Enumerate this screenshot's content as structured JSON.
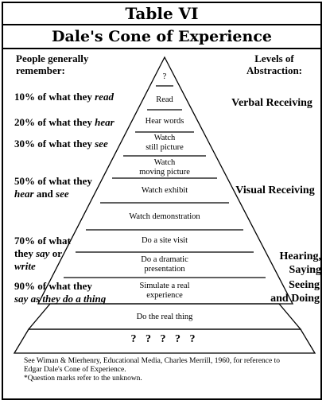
{
  "title": "Table VI",
  "subtitle": "Dale's Cone of Experience",
  "left_header": [
    "People generally",
    "remember:"
  ],
  "right_header": [
    "Levels of",
    "Abstraction:"
  ],
  "retention": [
    {
      "pct": "10% of what they ",
      "verb": "read"
    },
    {
      "pct": "20% of what they ",
      "verb": "hear"
    },
    {
      "pct": "30% of what they ",
      "verb": "see"
    },
    {
      "line1": "50% of what they",
      "verb_a": "hear",
      "and": " and ",
      "verb_b": "see"
    },
    {
      "line1": "70% of what",
      "pre": "they ",
      "verb_a": "say",
      "mid": " or",
      "verb_b": "write"
    },
    {
      "line1": "90% of what they",
      "verb": "say as they do a thing"
    }
  ],
  "abstraction_levels": [
    {
      "label": "Verbal Receiving"
    },
    {
      "label": "Visual Receiving"
    },
    {
      "line1": "Hearing,",
      "line2": "Saying"
    },
    {
      "line1": "Seeing",
      "line2": "and Doing"
    }
  ],
  "tiers": [
    {
      "line1": "?"
    },
    {
      "line1": "Read"
    },
    {
      "line1": "Hear words"
    },
    {
      "line1": "Watch",
      "line2": "still picture"
    },
    {
      "line1": "Watch",
      "line2": "moving picture"
    },
    {
      "line1": "Watch exhibit"
    },
    {
      "line1": "Watch demonstration"
    },
    {
      "line1": "Do a site visit"
    },
    {
      "line1": "Do a dramatic",
      "line2": "presentation"
    },
    {
      "line1": "Simulate a real",
      "line2": "experience"
    },
    {
      "line1": "Do the real thing"
    }
  ],
  "unknown_marks": "? ? ? ? ?",
  "footnote": {
    "line1": "See Wiman & Mierhenry, Educational Media, Charles Merrill, 1960, for reference to",
    "line2": "Edgar Dale's Cone of Experience.",
    "line3": "*Question marks refer to the unknown."
  }
}
